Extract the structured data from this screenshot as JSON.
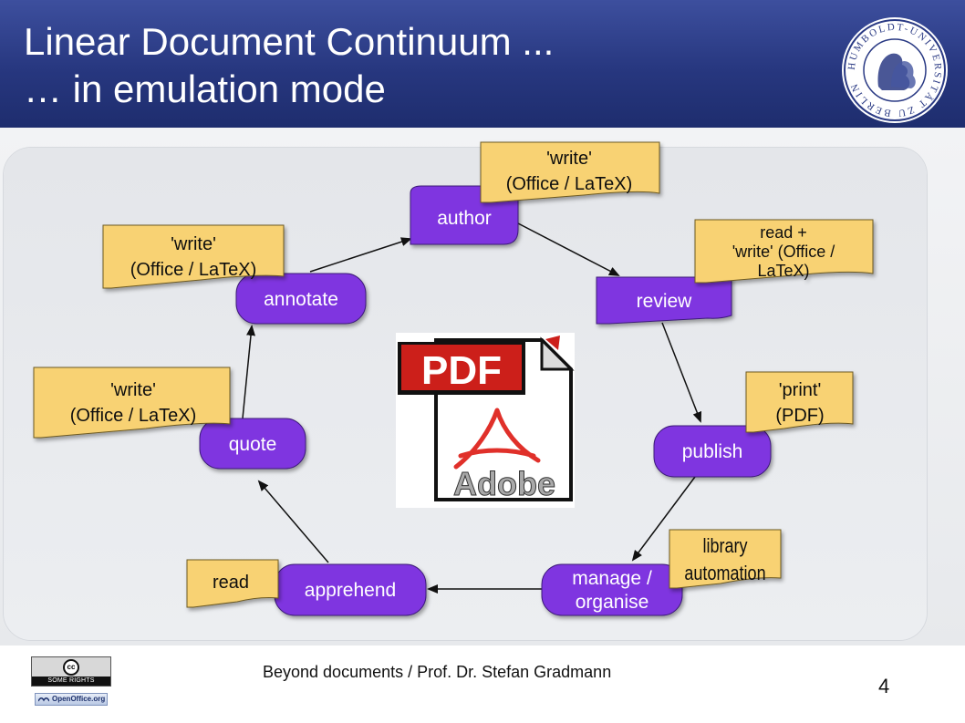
{
  "slide": {
    "title_line1": "Linear Document Continuum ...",
    "title_line2": "… in emulation mode",
    "seal_text": "HUMBOLDT-UNIVERSITÄT ZU BERLIN",
    "footer": "Beyond documents / Prof. Dr. Stefan Gradmann",
    "page_number": "4",
    "cc_badge": {
      "logo": "cc",
      "text": "SOME RIGHTS RESERVED"
    },
    "openoffice_badge": "OpenOffice.org"
  },
  "diagram": {
    "nodes": {
      "author": "author",
      "review": "review",
      "publish": "publish",
      "manage_line1": "manage /",
      "manage_line2": "organise",
      "apprehend": "apprehend",
      "quote": "quote",
      "annotate": "annotate"
    },
    "notes": {
      "author_line1": "'write'",
      "author_line2": "(Office / LaTeX)",
      "review_line1": "read +",
      "review_line2": "'write' (Office /",
      "review_line3": "LaTeX)",
      "publish_line1": "'print'",
      "publish_line2": "(PDF)",
      "manage_line1": "library",
      "manage_line2": "automation",
      "apprehend": "read",
      "quote_line1": "'write'",
      "quote_line2": "(Office / LaTeX)",
      "annotate_line1": "'write'",
      "annotate_line2": "(Office / LaTeX)"
    },
    "pdf_icon": {
      "badge": "PDF",
      "brand": "Adobe"
    }
  },
  "colors": {
    "header": "#27377f",
    "node": "#7f35e0",
    "note": "#f8d273",
    "pdf_red": "#cc1f1a"
  }
}
